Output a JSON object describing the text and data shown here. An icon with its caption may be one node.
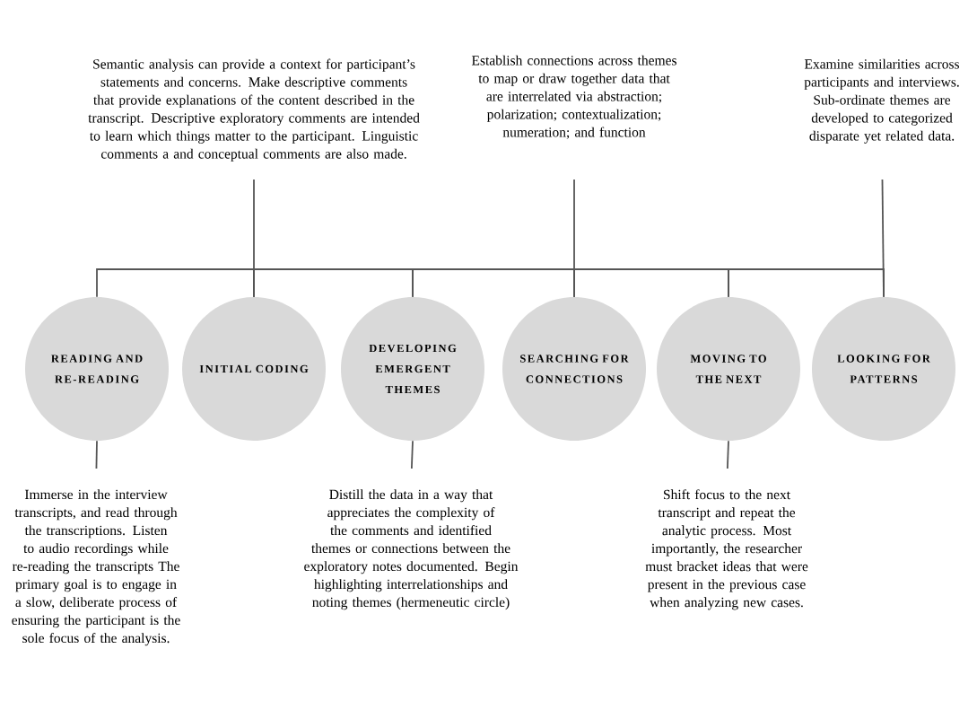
{
  "diagram": {
    "nodes": [
      {
        "text": [
          "Semantic analysis can provide a context for participant’s statements and concerns. Make descriptive comments that provide explanations of the content described in the transcript. Descriptive exploratory comments are intended to learn which things matter to the participant. Linguistic comments a and  conceptual comments are also made."
        ]
      },
      {
        "text": [
          "Establish connections across themes to map or draw together data that are interrelated via abstraction; polarization; contextualization; numeration; and function"
        ]
      },
      {
        "text": [
          "Examine similarities across participants and interviews. Sub-ordinate themes are developed to categorized disparate yet related data."
        ]
      },
      {
        "text": [
          "READING AND RE-READING"
        ]
      },
      {
        "text": [
          "INITIAL CODING"
        ]
      },
      {
        "text": [
          "DEVELOPING EMERGENT THEMES"
        ]
      },
      {
        "text": [
          "SEARCHING FOR CONNECTIONS"
        ]
      },
      {
        "text": [
          "MOVING TO THE NEXT"
        ]
      },
      {
        "text": [
          "LOOKING FOR PATTERNS"
        ]
      },
      {
        "text": [
          "Immerse in the interview transcripts, and read through the transcriptions.  Listen to audio recordings while re-reading the transcripts The primary goal is to engage in a slow, deliberate process of ensuring the participant is the sole focus of the analysis."
        ]
      },
      {
        "text": [
          "Distill the data in a way that appreciates the complexity of the comments and identified themes or connections between the exploratory notes documented. Begin highlighting interrelationships and noting themes (hermeneutic circle)"
        ]
      },
      {
        "text": [
          "Shift focus to the next transcript and repeat the analytic process. Most importantly, the researcher must bracket ideas that were present in the previous case when analyzing new cases."
        ]
      }
    ],
    "edges": [
      {
        "from": 0,
        "to": 4,
        "arrow": "none"
      },
      {
        "from": 1,
        "to": 6,
        "arrow": "none"
      },
      {
        "from": 2,
        "to": 8,
        "arrow": "none"
      },
      {
        "from": 3,
        "to": 4,
        "arrow": "none"
      },
      {
        "from": 4,
        "to": 5,
        "arrow": "none"
      },
      {
        "from": 5,
        "to": 6,
        "arrow": "none"
      },
      {
        "from": 6,
        "to": 7,
        "arrow": "none"
      },
      {
        "from": 7,
        "to": 8,
        "arrow": "none"
      },
      {
        "from": 3,
        "to": 9,
        "arrow": "none"
      },
      {
        "from": 5,
        "to": 10,
        "arrow": "none"
      },
      {
        "from": 7,
        "to": 11,
        "arrow": "none"
      }
    ]
  }
}
